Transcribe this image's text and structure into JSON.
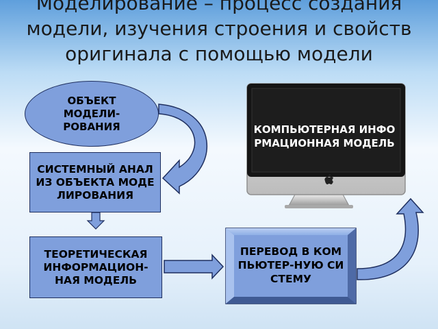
{
  "title": "Моделирование – процесс создания модели, изучения строения и свойств оригинала с помощью модели",
  "nodes": {
    "object": "ОБЪЕКТ МОДЕЛИ-РОВАНИЯ",
    "system_analysis": "СИСТЕМНЫЙ АНАЛИЗ ОБЪЕКТА МОДЕЛИРОВАНИЯ",
    "theoretical_model": "ТЕОРЕТИЧЕСКАЯ ИНФОРМАЦИОН-НАЯ МОДЕЛЬ",
    "translation": "ПЕРЕВОД В КОМПЬЮТЕР-НУЮ СИСТЕМУ",
    "computer_model": "КОМПЬЮТЕРНАЯ ИНФОРМАЦИОННАЯ МОДЕЛЬ"
  },
  "colors": {
    "node_fill": "#7f9fdc",
    "node_border": "#1f2f5f",
    "arrow_fill": "#7f9fdc",
    "screen": "#111111"
  }
}
